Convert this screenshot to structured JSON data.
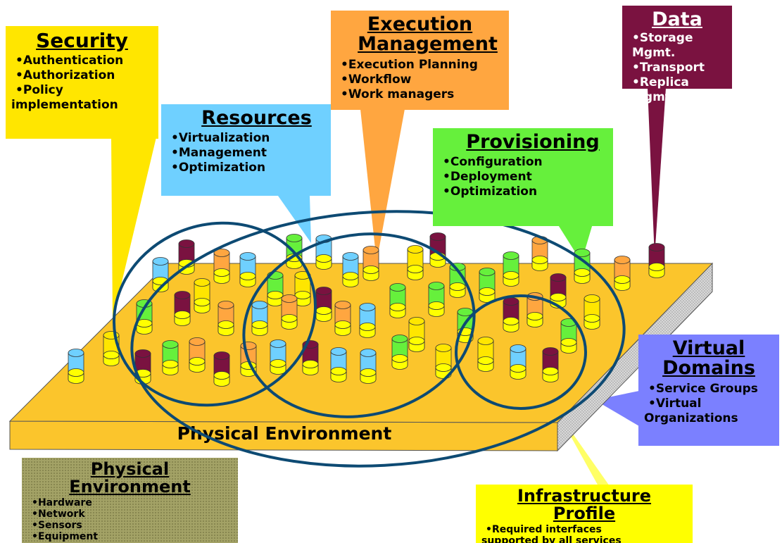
{
  "colors": {
    "security": "#ffe600",
    "resources": "#6fd0ff",
    "execution": "#ffa640",
    "data": "#7a1240",
    "provisioning": "#66f03c",
    "virtual_domains": "#7b80ff",
    "physical": "#9b9a5c",
    "infrastructure": "#ffff00",
    "platform": "#fbc52c",
    "ellipse": "#0d4a73"
  },
  "boxes": {
    "security": {
      "title": "Security",
      "items": [
        "Authentication",
        "Authorization",
        "Policy",
        "implementation"
      ]
    },
    "resources": {
      "title": "Resources",
      "items": [
        "Virtualization",
        "Management",
        "Optimization"
      ]
    },
    "execution": {
      "title_line1": "Execution",
      "title_line2": "Management",
      "items": [
        "Execution Planning",
        "Workflow",
        "Work managers"
      ]
    },
    "data": {
      "title": "Data",
      "items": [
        "Storage Mgmt.",
        "Transport",
        "Replica Mgmt."
      ]
    },
    "provisioning": {
      "title": "Provisioning",
      "items": [
        "Configuration",
        "Deployment",
        "Optimization"
      ]
    },
    "virtual_domains": {
      "title_line1": "Virtual",
      "title_line2": "Domains",
      "items": [
        "Service Groups",
        "Virtual",
        "Organizations"
      ]
    },
    "physical": {
      "title_line1": "Physical",
      "title_line2": "Environment",
      "items": [
        "Hardware",
        "Network",
        "Sensors",
        "Equipment"
      ]
    },
    "infrastructure": {
      "title_line1": "Infrastructure",
      "title_line2": "Profile",
      "items": [
        "Required interfaces",
        "supported by all services"
      ]
    }
  },
  "platform_label": "Physical Environment"
}
